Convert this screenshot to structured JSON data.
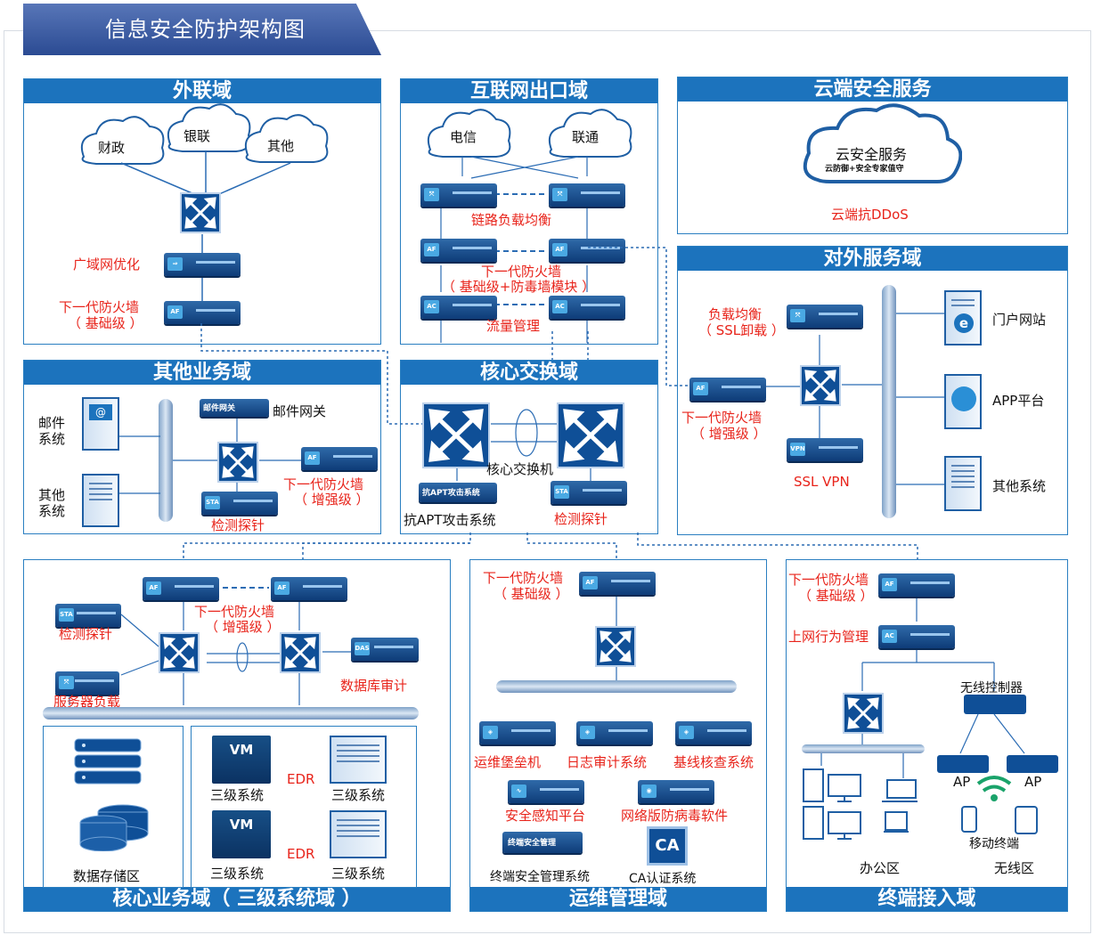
{
  "title": "信息安全防护架构图",
  "zones": {
    "external": {
      "head": "外联域",
      "clouds": [
        "财政",
        "银联",
        "其他"
      ],
      "wan_opt": "广域网优化",
      "fw_line1": "下一代防火墙",
      "fw_line2": "（ 基础级 ）"
    },
    "internet": {
      "head": "互联网出口域",
      "clouds": [
        "电信",
        "联通"
      ],
      "lb": "链路负载均衡",
      "fw_line1": "下一代防火墙",
      "fw_line2": "（ 基础级+防毒墙模块 ）",
      "flow": "流量管理"
    },
    "cloud": {
      "head": "云端安全服务",
      "cloud_title": "云安全服务",
      "cloud_sub": "云防御+安全专家值守",
      "ddos": "云端抗DDoS"
    },
    "public_service": {
      "head": "对外服务域",
      "lb_line1": "负载均衡",
      "lb_line2": "（ SSL卸载 ）",
      "fw_line1": "下一代防火墙",
      "fw_line2": "（ 增强级 ）",
      "vpn": "SSL VPN",
      "servers": [
        "门户网站",
        "APP平台",
        "其他系统"
      ]
    },
    "other_business": {
      "head": "其他业务域",
      "mail_line1": "邮件",
      "mail_line2": "系统",
      "other_line1": "其他",
      "other_line2": "系统",
      "mail_gw": "邮件网关",
      "mail_gw_badge": "邮件网关",
      "fw_line1": "下一代防火墙",
      "fw_line2": "（ 增强级 ）",
      "probe": "检测探针"
    },
    "core_switch": {
      "head": "核心交换域",
      "switch": "核心交换机",
      "apt": "抗APT攻击系统",
      "apt_badge": "抗APT攻击系统",
      "probe": "检测探针"
    },
    "core_business": {
      "head": "核心业务域（ 三级系统域 ）",
      "probe": "检测探针",
      "fw_line1": "下一代防火墙",
      "fw_line2": "（ 增强级 ）",
      "server_lb": "服务器负载",
      "db_audit": "数据库审计",
      "storage": "数据存储区",
      "vm": "VM",
      "edr": "EDR",
      "sys": "三级系统"
    },
    "ops": {
      "head": "运维管理域",
      "fw_line1": "下一代防火墙",
      "fw_line2": "（ 基础级 ）",
      "items": [
        "运维堡垒机",
        "日志审计系统",
        "基线核查系统",
        "安全感知平台",
        "网络版防病毒软件"
      ],
      "terminal": "终端安全管理系统",
      "terminal_badge": "终端安全管理",
      "ca": "CA认证系统",
      "ca_badge": "CA"
    },
    "terminal": {
      "head": "终端接入域",
      "fw_line1": "下一代防火墙",
      "fw_line2": "（ 基础级 ）",
      "behavior": "上网行为管理",
      "wlc": "无线控制器",
      "ap": "AP",
      "mobile": "移动终端",
      "office": "办公区",
      "wireless": "无线区"
    }
  },
  "colors": {
    "zone_head": "#1c73bd",
    "red_label": "#e8241b",
    "device": "#0f4f97"
  }
}
